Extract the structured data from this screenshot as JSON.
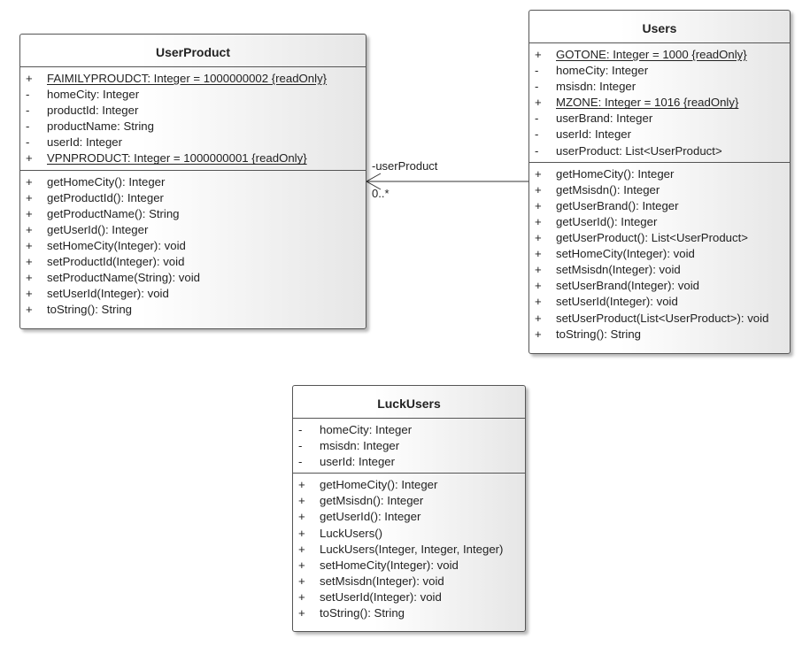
{
  "classes": [
    {
      "id": "userproduct",
      "name": "UserProduct",
      "attributes": [
        {
          "vis": "+",
          "text": "FAIMILYPROUDCT: Integer = 1000000002 {readOnly}",
          "static": true
        },
        {
          "vis": "-",
          "text": "homeCity: Integer",
          "static": false
        },
        {
          "vis": "-",
          "text": "productId: Integer",
          "static": false
        },
        {
          "vis": "-",
          "text": "productName: String",
          "static": false
        },
        {
          "vis": "-",
          "text": "userId: Integer",
          "static": false
        },
        {
          "vis": "+",
          "text": "VPNPRODUCT: Integer = 1000000001 {readOnly}",
          "static": true
        }
      ],
      "operations": [
        {
          "vis": "+",
          "text": "getHomeCity(): Integer"
        },
        {
          "vis": "+",
          "text": "getProductId(): Integer"
        },
        {
          "vis": "+",
          "text": "getProductName(): String"
        },
        {
          "vis": "+",
          "text": "getUserId(): Integer"
        },
        {
          "vis": "+",
          "text": "setHomeCity(Integer): void"
        },
        {
          "vis": "+",
          "text": "setProductId(Integer): void"
        },
        {
          "vis": "+",
          "text": "setProductName(String): void"
        },
        {
          "vis": "+",
          "text": "setUserId(Integer): void"
        },
        {
          "vis": "+",
          "text": "toString(): String"
        }
      ]
    },
    {
      "id": "users",
      "name": "Users",
      "attributes": [
        {
          "vis": "+",
          "text": "GOTONE: Integer = 1000 {readOnly}",
          "static": true
        },
        {
          "vis": "-",
          "text": "homeCity: Integer",
          "static": false
        },
        {
          "vis": "-",
          "text": "msisdn: Integer",
          "static": false
        },
        {
          "vis": "+",
          "text": "MZONE: Integer = 1016 {readOnly}",
          "static": true
        },
        {
          "vis": "-",
          "text": "userBrand: Integer",
          "static": false
        },
        {
          "vis": "-",
          "text": "userId: Integer",
          "static": false
        },
        {
          "vis": "-",
          "text": "userProduct: List<UserProduct>",
          "static": false
        }
      ],
      "operations": [
        {
          "vis": "+",
          "text": "getHomeCity(): Integer"
        },
        {
          "vis": "+",
          "text": "getMsisdn(): Integer"
        },
        {
          "vis": "+",
          "text": "getUserBrand(): Integer"
        },
        {
          "vis": "+",
          "text": "getUserId(): Integer"
        },
        {
          "vis": "+",
          "text": "getUserProduct(): List<UserProduct>"
        },
        {
          "vis": "+",
          "text": "setHomeCity(Integer): void"
        },
        {
          "vis": "+",
          "text": "setMsisdn(Integer): void"
        },
        {
          "vis": "+",
          "text": "setUserBrand(Integer): void"
        },
        {
          "vis": "+",
          "text": "setUserId(Integer): void"
        },
        {
          "vis": "+",
          "text": "setUserProduct(List<UserProduct>): void"
        },
        {
          "vis": "+",
          "text": "toString(): String"
        }
      ]
    },
    {
      "id": "luckusers",
      "name": "LuckUsers",
      "attributes": [
        {
          "vis": "-",
          "text": "homeCity: Integer",
          "static": false
        },
        {
          "vis": "-",
          "text": "msisdn: Integer",
          "static": false
        },
        {
          "vis": "-",
          "text": "userId: Integer",
          "static": false
        }
      ],
      "operations": [
        {
          "vis": "+",
          "text": "getHomeCity(): Integer"
        },
        {
          "vis": "+",
          "text": "getMsisdn(): Integer"
        },
        {
          "vis": "+",
          "text": "getUserId(): Integer"
        },
        {
          "vis": "+",
          "text": "LuckUsers()"
        },
        {
          "vis": "+",
          "text": "LuckUsers(Integer, Integer, Integer)"
        },
        {
          "vis": "+",
          "text": "setHomeCity(Integer): void"
        },
        {
          "vis": "+",
          "text": "setMsisdn(Integer): void"
        },
        {
          "vis": "+",
          "text": "setUserId(Integer): void"
        },
        {
          "vis": "+",
          "text": "toString(): String"
        }
      ]
    }
  ],
  "association": {
    "role": "-userProduct",
    "multiplicity": "0..*"
  }
}
